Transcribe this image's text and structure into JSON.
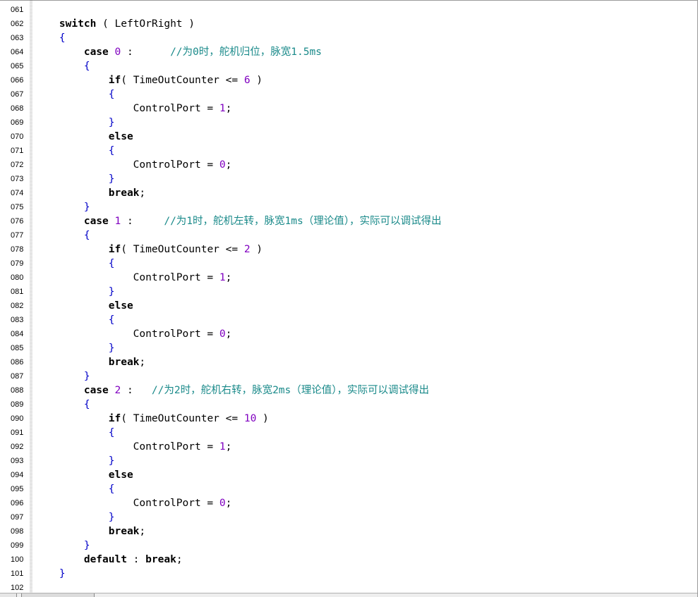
{
  "editor": {
    "line_numbers": [
      "061",
      "062",
      "063",
      "064",
      "065",
      "066",
      "067",
      "068",
      "069",
      "070",
      "071",
      "072",
      "073",
      "074",
      "075",
      "076",
      "077",
      "078",
      "079",
      "080",
      "081",
      "082",
      "083",
      "084",
      "085",
      "086",
      "087",
      "088",
      "089",
      "090",
      "091",
      "092",
      "093",
      "094",
      "095",
      "096",
      "097",
      "098",
      "099",
      "100",
      "101",
      "102"
    ],
    "lines": [
      [],
      [
        {
          "t": "    ",
          "c": "plain"
        },
        {
          "t": "switch",
          "c": "kw"
        },
        {
          "t": " ( LeftOrRight )",
          "c": "plain"
        }
      ],
      [
        {
          "t": "    ",
          "c": "plain"
        },
        {
          "t": "{",
          "c": "brace"
        }
      ],
      [
        {
          "t": "        ",
          "c": "plain"
        },
        {
          "t": "case",
          "c": "kw"
        },
        {
          "t": " ",
          "c": "plain"
        },
        {
          "t": "0",
          "c": "num"
        },
        {
          "t": " :      ",
          "c": "plain"
        },
        {
          "t": "//为0时，舵机归位，脉宽1.5ms",
          "c": "cmt"
        }
      ],
      [
        {
          "t": "        ",
          "c": "plain"
        },
        {
          "t": "{",
          "c": "brace"
        }
      ],
      [
        {
          "t": "            ",
          "c": "plain"
        },
        {
          "t": "if",
          "c": "kw"
        },
        {
          "t": "( TimeOutCounter <= ",
          "c": "plain"
        },
        {
          "t": "6",
          "c": "num"
        },
        {
          "t": " )",
          "c": "plain"
        }
      ],
      [
        {
          "t": "            ",
          "c": "plain"
        },
        {
          "t": "{",
          "c": "brace"
        }
      ],
      [
        {
          "t": "                ControlPort = ",
          "c": "plain"
        },
        {
          "t": "1",
          "c": "num"
        },
        {
          "t": ";",
          "c": "plain"
        }
      ],
      [
        {
          "t": "            ",
          "c": "plain"
        },
        {
          "t": "}",
          "c": "brace"
        }
      ],
      [
        {
          "t": "            ",
          "c": "plain"
        },
        {
          "t": "else",
          "c": "kw"
        }
      ],
      [
        {
          "t": "            ",
          "c": "plain"
        },
        {
          "t": "{",
          "c": "brace"
        }
      ],
      [
        {
          "t": "                ControlPort = ",
          "c": "plain"
        },
        {
          "t": "0",
          "c": "num"
        },
        {
          "t": ";",
          "c": "plain"
        }
      ],
      [
        {
          "t": "            ",
          "c": "plain"
        },
        {
          "t": "}",
          "c": "brace"
        }
      ],
      [
        {
          "t": "            ",
          "c": "plain"
        },
        {
          "t": "break",
          "c": "kw"
        },
        {
          "t": ";",
          "c": "plain"
        }
      ],
      [
        {
          "t": "        ",
          "c": "plain"
        },
        {
          "t": "}",
          "c": "brace"
        }
      ],
      [
        {
          "t": "        ",
          "c": "plain"
        },
        {
          "t": "case",
          "c": "kw"
        },
        {
          "t": " ",
          "c": "plain"
        },
        {
          "t": "1",
          "c": "num"
        },
        {
          "t": " :     ",
          "c": "plain"
        },
        {
          "t": "//为1时，舵机左转，脉宽1ms（理论值），实际可以调试得出",
          "c": "cmt"
        }
      ],
      [
        {
          "t": "        ",
          "c": "plain"
        },
        {
          "t": "{",
          "c": "brace"
        }
      ],
      [
        {
          "t": "            ",
          "c": "plain"
        },
        {
          "t": "if",
          "c": "kw"
        },
        {
          "t": "( TimeOutCounter <= ",
          "c": "plain"
        },
        {
          "t": "2",
          "c": "num"
        },
        {
          "t": " )",
          "c": "plain"
        }
      ],
      [
        {
          "t": "            ",
          "c": "plain"
        },
        {
          "t": "{",
          "c": "brace"
        }
      ],
      [
        {
          "t": "                ControlPort = ",
          "c": "plain"
        },
        {
          "t": "1",
          "c": "num"
        },
        {
          "t": ";",
          "c": "plain"
        }
      ],
      [
        {
          "t": "            ",
          "c": "plain"
        },
        {
          "t": "}",
          "c": "brace"
        }
      ],
      [
        {
          "t": "            ",
          "c": "plain"
        },
        {
          "t": "else",
          "c": "kw"
        }
      ],
      [
        {
          "t": "            ",
          "c": "plain"
        },
        {
          "t": "{",
          "c": "brace"
        }
      ],
      [
        {
          "t": "                ControlPort = ",
          "c": "plain"
        },
        {
          "t": "0",
          "c": "num"
        },
        {
          "t": ";",
          "c": "plain"
        }
      ],
      [
        {
          "t": "            ",
          "c": "plain"
        },
        {
          "t": "}",
          "c": "brace"
        }
      ],
      [
        {
          "t": "            ",
          "c": "plain"
        },
        {
          "t": "break",
          "c": "kw"
        },
        {
          "t": ";",
          "c": "plain"
        }
      ],
      [
        {
          "t": "        ",
          "c": "plain"
        },
        {
          "t": "}",
          "c": "brace"
        }
      ],
      [
        {
          "t": "        ",
          "c": "plain"
        },
        {
          "t": "case",
          "c": "kw"
        },
        {
          "t": " ",
          "c": "plain"
        },
        {
          "t": "2",
          "c": "num"
        },
        {
          "t": " :   ",
          "c": "plain"
        },
        {
          "t": "//为2时，舵机右转，脉宽2ms（理论值），实际可以调试得出",
          "c": "cmt"
        }
      ],
      [
        {
          "t": "        ",
          "c": "plain"
        },
        {
          "t": "{",
          "c": "brace"
        }
      ],
      [
        {
          "t": "            ",
          "c": "plain"
        },
        {
          "t": "if",
          "c": "kw"
        },
        {
          "t": "( TimeOutCounter <= ",
          "c": "plain"
        },
        {
          "t": "10",
          "c": "num"
        },
        {
          "t": " )",
          "c": "plain"
        }
      ],
      [
        {
          "t": "            ",
          "c": "plain"
        },
        {
          "t": "{",
          "c": "brace"
        }
      ],
      [
        {
          "t": "                ControlPort = ",
          "c": "plain"
        },
        {
          "t": "1",
          "c": "num"
        },
        {
          "t": ";",
          "c": "plain"
        }
      ],
      [
        {
          "t": "            ",
          "c": "plain"
        },
        {
          "t": "}",
          "c": "brace"
        }
      ],
      [
        {
          "t": "            ",
          "c": "plain"
        },
        {
          "t": "else",
          "c": "kw"
        }
      ],
      [
        {
          "t": "            ",
          "c": "plain"
        },
        {
          "t": "{",
          "c": "brace"
        }
      ],
      [
        {
          "t": "                ControlPort = ",
          "c": "plain"
        },
        {
          "t": "0",
          "c": "num"
        },
        {
          "t": ";",
          "c": "plain"
        }
      ],
      [
        {
          "t": "            ",
          "c": "plain"
        },
        {
          "t": "}",
          "c": "brace"
        }
      ],
      [
        {
          "t": "            ",
          "c": "plain"
        },
        {
          "t": "break",
          "c": "kw"
        },
        {
          "t": ";",
          "c": "plain"
        }
      ],
      [
        {
          "t": "        ",
          "c": "plain"
        },
        {
          "t": "}",
          "c": "brace"
        }
      ],
      [
        {
          "t": "        ",
          "c": "plain"
        },
        {
          "t": "default",
          "c": "kw"
        },
        {
          "t": " : ",
          "c": "plain"
        },
        {
          "t": "break",
          "c": "kw"
        },
        {
          "t": ";",
          "c": "plain"
        }
      ],
      [
        {
          "t": "    ",
          "c": "plain"
        },
        {
          "t": "}",
          "c": "brace"
        }
      ],
      []
    ]
  },
  "colors": {
    "keyword": "#000000",
    "number": "#8000c0",
    "brace": "#0000c8",
    "comment": "#1a8a8a",
    "gutter_text": "#000000",
    "background": "#ffffff"
  },
  "scrollbar": {
    "horizontal_position": 0.0
  }
}
